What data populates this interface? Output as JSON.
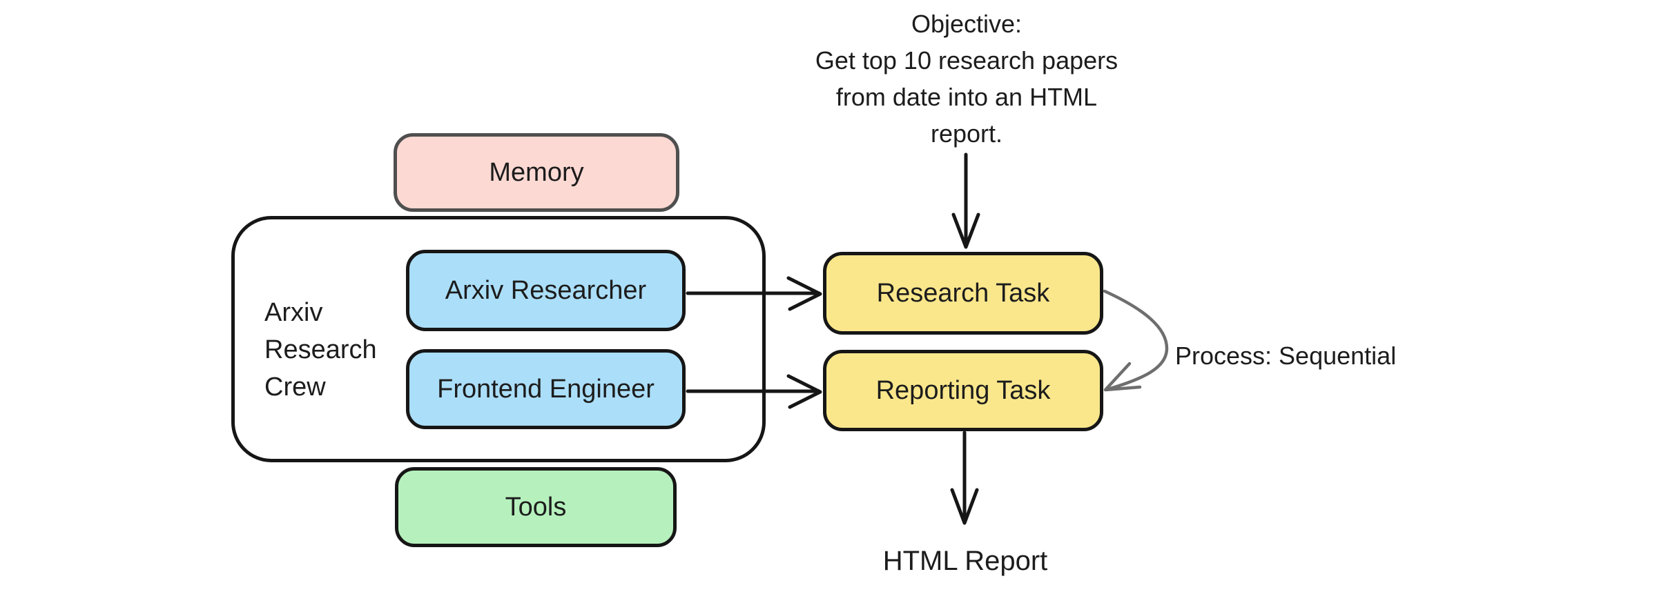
{
  "objective": {
    "lines": [
      "Objective:",
      "Get top 10 research papers",
      "from date into an HTML",
      "report."
    ]
  },
  "crew": {
    "label_lines": [
      "Arxiv",
      "Research",
      "Crew"
    ],
    "memory_label": "Memory",
    "tools_label": "Tools",
    "agents": [
      {
        "label": "Arxiv Researcher"
      },
      {
        "label": "Frontend Engineer"
      }
    ]
  },
  "tasks": [
    {
      "label": "Research Task"
    },
    {
      "label": "Reporting Task"
    }
  ],
  "process_label": "Process: Sequential",
  "output_label": "HTML Report",
  "colors": {
    "background": "#ffffff",
    "text": "#1c1c1c",
    "border_dark": "#161616",
    "memory_border": "#4f4f4f",
    "memory_fill": "#fdd9d3",
    "agent_fill": "#abdef9",
    "tools_fill": "#b6f1bd",
    "task_fill": "#fae78c",
    "sequential_arrow": "#6e6e6e"
  }
}
